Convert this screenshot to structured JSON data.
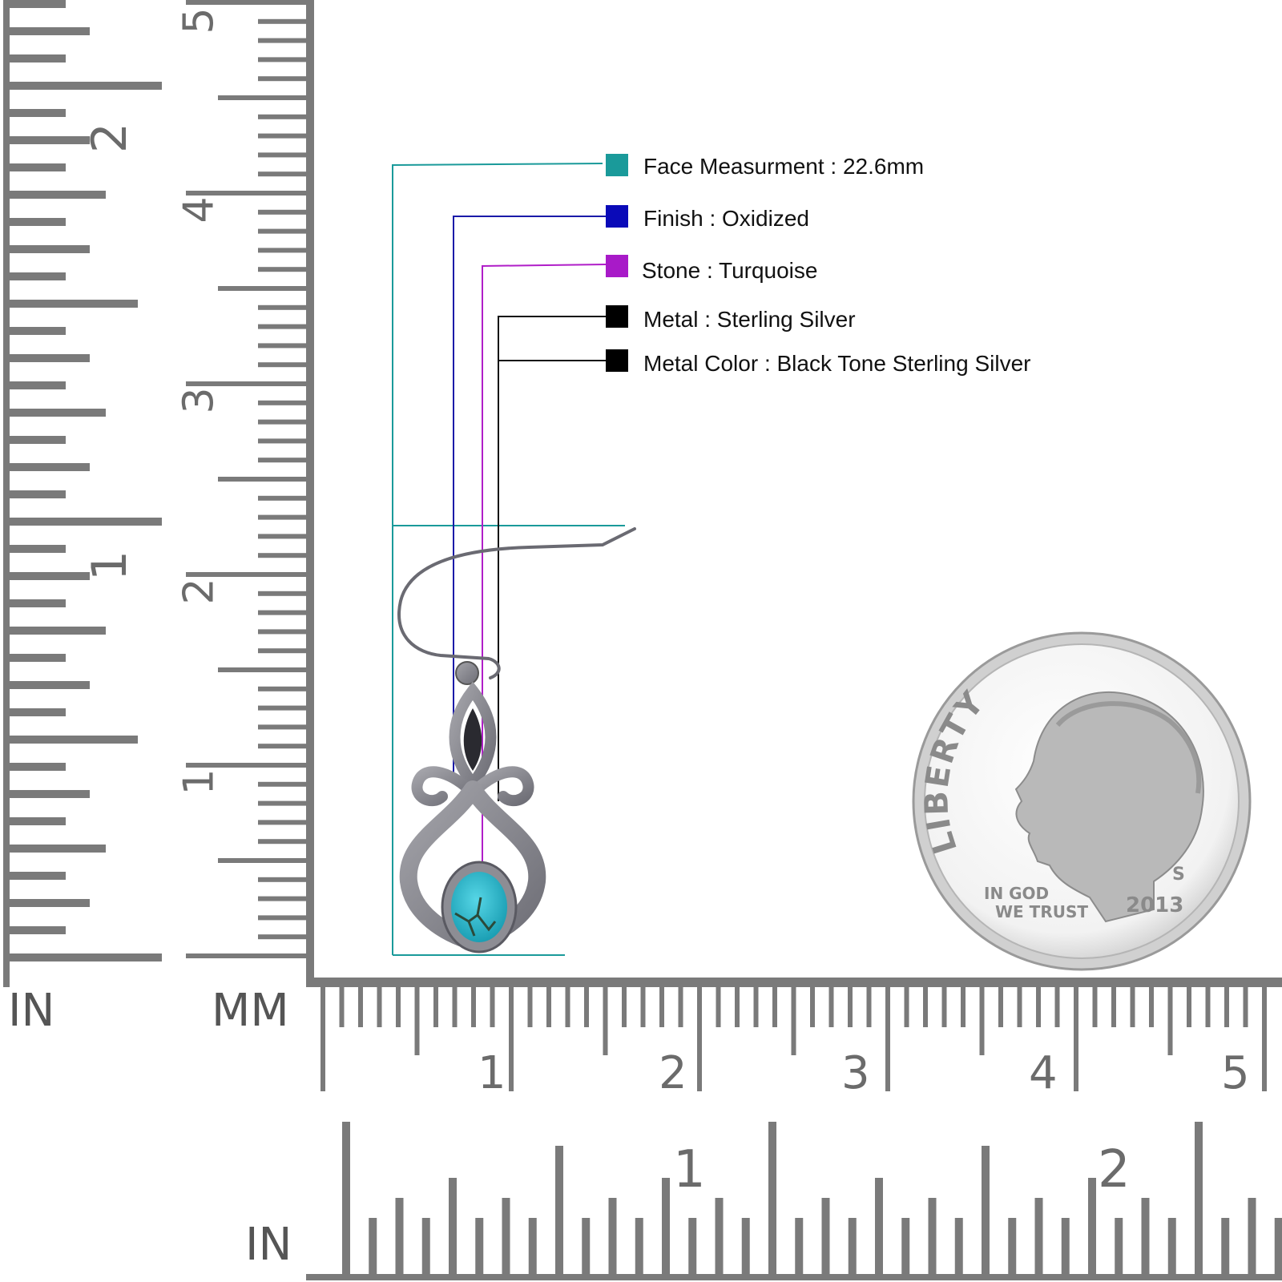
{
  "colors": {
    "ruler": "#7a7a7a",
    "face_line": "#1a9a9a",
    "finish_line": "#1a1aa8",
    "stone_line": "#b01ec8",
    "metal_line": "#111111",
    "metal": "#8a8a90",
    "turquoise": "#2bb8cc"
  },
  "specs": [
    {
      "text": "Face Measurment : 22.6mm",
      "color": "#1a9a9a"
    },
    {
      "text": "Finish : Oxidized",
      "color": "#0a0ab8"
    },
    {
      "text": "Stone : Turquoise",
      "color": "#a81ac8"
    },
    {
      "text": "Metal : Sterling Silver",
      "color": "#000000"
    },
    {
      "text": "Metal Color : Black Tone Sterling Silver",
      "color": "#000000"
    }
  ],
  "ruler": {
    "left_inch_label": "IN",
    "left_mm_label": "MM",
    "bottom_inch_label": "IN",
    "left_inch_numbers": [
      "1",
      "2"
    ],
    "left_cm_numbers": [
      "1",
      "2",
      "3",
      "4",
      "5"
    ],
    "bottom_cm_numbers": [
      "1",
      "2",
      "3",
      "4",
      "5"
    ],
    "bottom_inch_numbers": [
      "1",
      "2"
    ]
  },
  "coin": {
    "word": "LIBERTY",
    "motto_line1": "IN GOD",
    "motto_line2": "WE TRUST",
    "year": "2013",
    "mint_mark": "S"
  }
}
